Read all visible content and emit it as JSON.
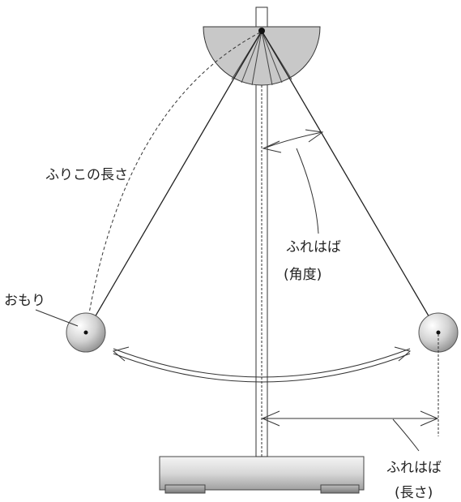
{
  "labels": {
    "length": "ふりこの長さ",
    "weight": "おもり",
    "amplitude_angle_line1": "ふれはば",
    "amplitude_angle_line2": "(角度)",
    "amplitude_length_line1": "ふれはば",
    "amplitude_length_line2": "(長さ)"
  },
  "colors": {
    "protractor": "#c8c8c8",
    "weight_fill_light": "#ffffff",
    "weight_fill_dark": "#8e8e8e",
    "base_light": "#f2f2f2",
    "base_dark": "#a0a0a0",
    "ink": "#222222"
  }
}
